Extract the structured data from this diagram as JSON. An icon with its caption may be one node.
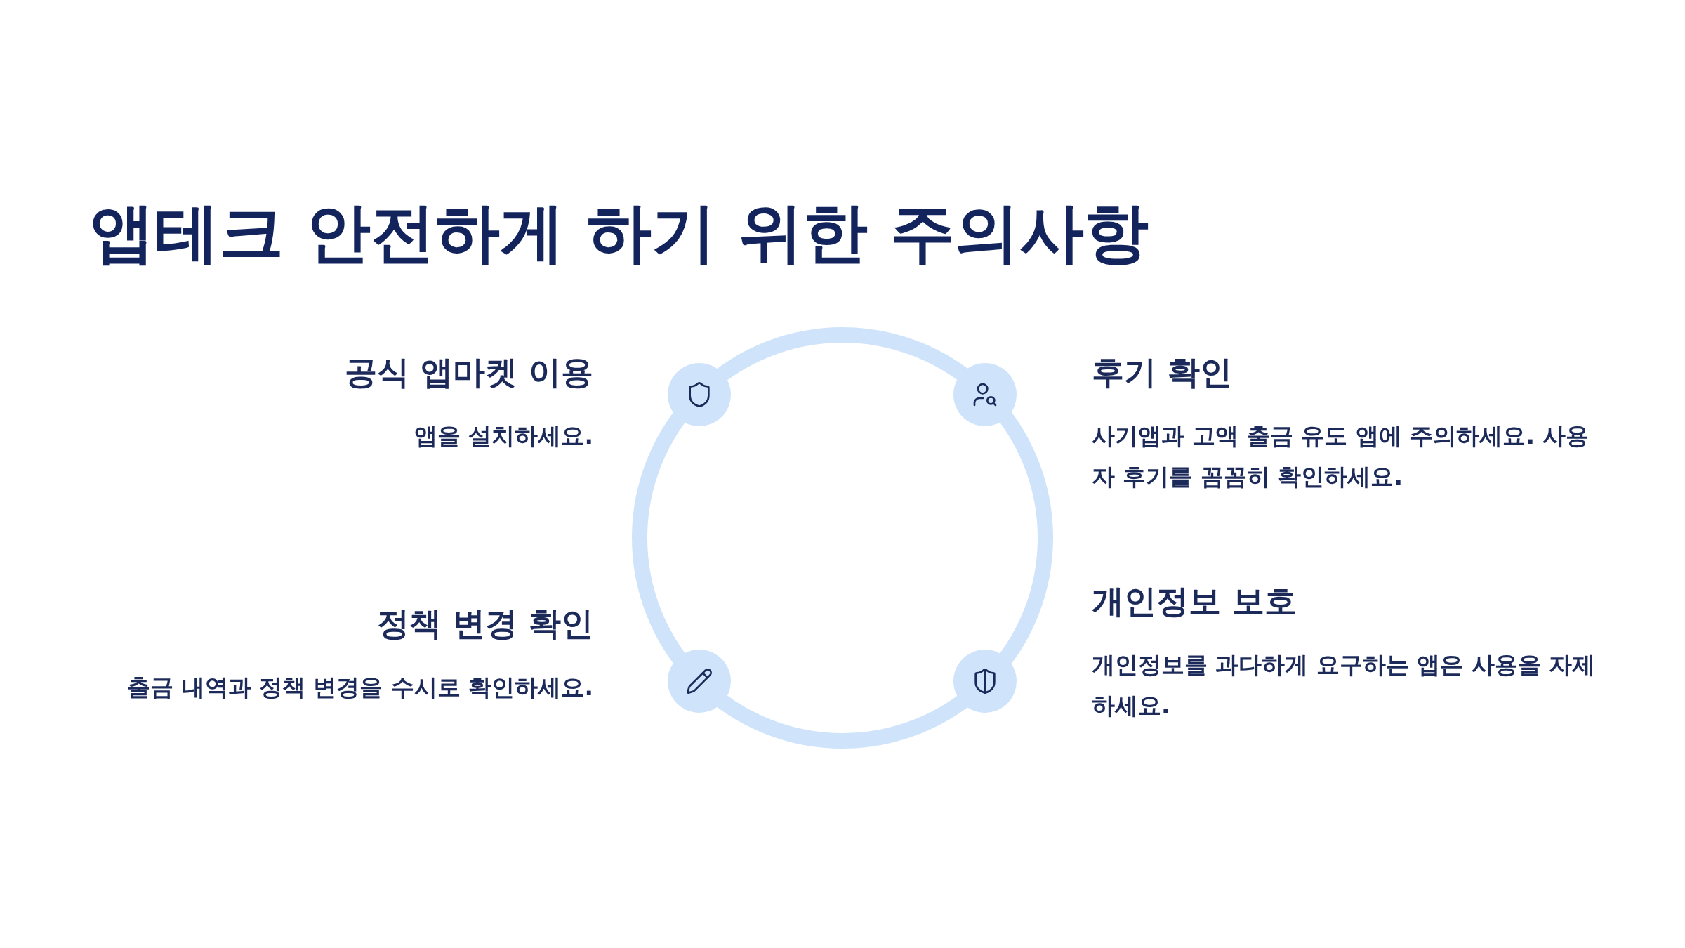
{
  "diagram": {
    "title": "앱테크 안전하게 하기 위한 주의사항",
    "nodes": [
      {
        "text": [
          "공식 앱마켓 이용",
          "앱을 설치하세요."
        ]
      },
      {
        "text": [
          "후기 확인",
          "사기앱과 고액 출금 유도 앱에 주의하세요. 사용자 후기를 꼼꼼히 확인하세요."
        ]
      },
      {
        "text": [
          "정책 변경 확인",
          "출금 내역과 정책 변경을 수시로 확인하세요."
        ]
      },
      {
        "text": [
          "개인정보 보호",
          "개인정보를 과다하게 요구하는 앱은 사용을 자제하세요."
        ]
      }
    ]
  }
}
